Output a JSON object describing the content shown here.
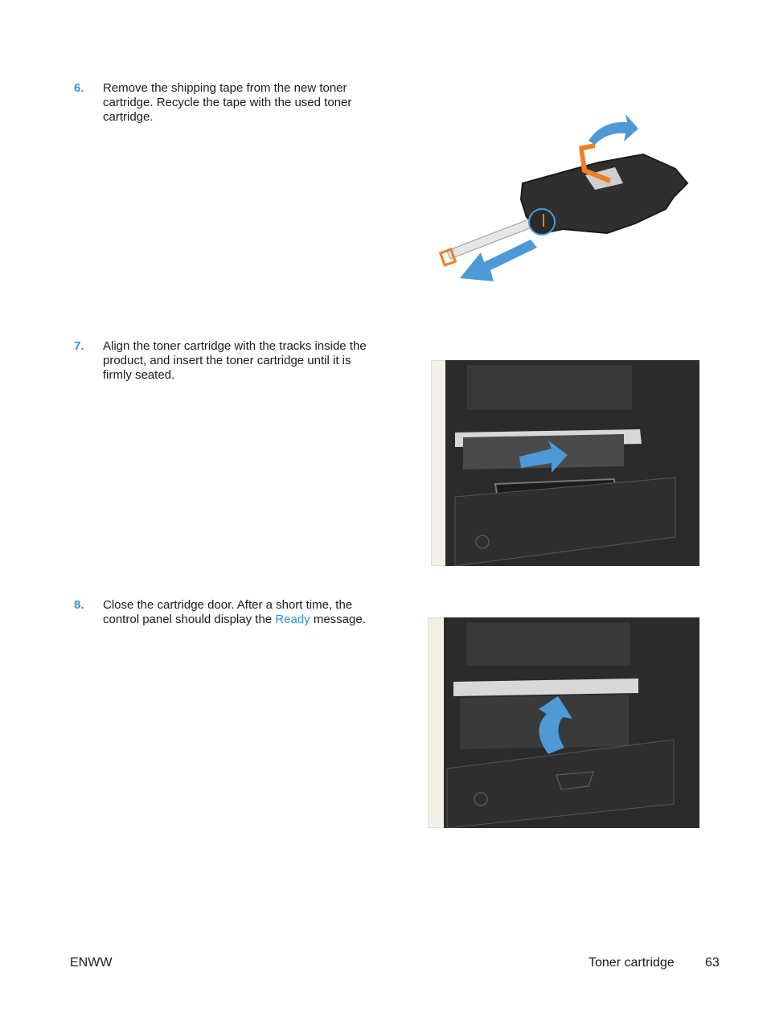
{
  "steps": [
    {
      "number": "6.",
      "text": "Remove the shipping tape from the new toner cartridge. Recycle the tape with the used toner cartridge."
    },
    {
      "number": "7.",
      "text": "Align the toner cartridge with the tracks inside the product, and insert the toner cartridge until it is firmly seated."
    },
    {
      "number": "8.",
      "text_before": "Close the cartridge door. After a short time, the control panel should display the ",
      "link": "Ready",
      "text_after": " message."
    }
  ],
  "footer": {
    "left": "ENWW",
    "section": "Toner cartridge",
    "page": "63"
  },
  "colors": {
    "accent": "#3b8fd0",
    "tape": "#f07f22",
    "arrow": "#4d9ad6",
    "printer": "#2b2b2b"
  }
}
